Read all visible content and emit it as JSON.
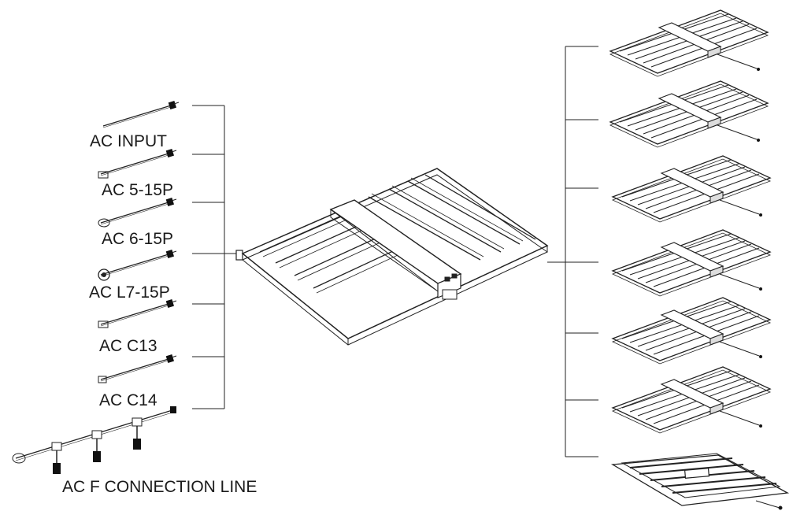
{
  "labels": {
    "ac_input": "AC INPUT",
    "ac_5_15p": "AC 5-15P",
    "ac_6_15p": "AC 6-15P",
    "ac_l7_15p": "AC L7-15P",
    "ac_c13": "AC C13",
    "ac_c14": "AC C14",
    "ac_f_connection_line": "AC F CONNECTION LINE"
  },
  "colors": {
    "stroke": "#222222",
    "background": "#ffffff"
  },
  "parts": {
    "cables": [
      "ac-input-cable",
      "ac-5-15p-cable",
      "ac-6-15p-cable",
      "ac-l7-15p-cable",
      "ac-c13-cable",
      "ac-c14-cable",
      "ac-f-connection-line"
    ],
    "fixture_variants": [
      "variant-1",
      "variant-2",
      "variant-3",
      "variant-4",
      "variant-5",
      "variant-6",
      "variant-7-folded"
    ]
  }
}
